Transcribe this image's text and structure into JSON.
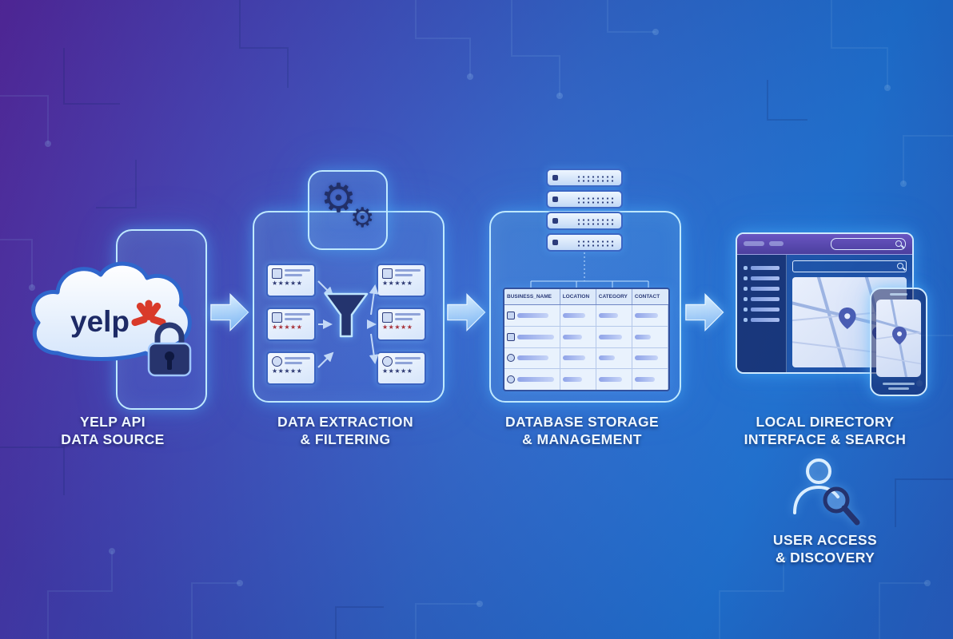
{
  "stages": [
    {
      "line1": "YELP API",
      "line2": "DATA SOURCE"
    },
    {
      "line1": "DATA EXTRACTION",
      "line2": "& FILTERING"
    },
    {
      "line1": "DATABASE STORAGE",
      "line2": "& MANAGEMENT"
    },
    {
      "line1": "LOCAL DIRECTORY",
      "line2": "INTERFACE & SEARCH"
    },
    {
      "line1": "USER ACCESS",
      "line2": "& DISCOVERY"
    }
  ],
  "yelp": {
    "logo_text": "yelp"
  },
  "glyphs": {
    "gear": "⚙",
    "rating_stars": "★★★★★"
  },
  "table": {
    "headers": [
      "BUSINESS_NAME",
      "LOCATION",
      "CATEGORY",
      "CONTACT"
    ],
    "data_row_count": 4
  },
  "colors": {
    "background_purple": "#5b2aa4",
    "background_blue": "#1f78dc",
    "panel_outline": "#bfe9ff",
    "glow": "#54c8ff",
    "yelp_red": "#d93a2a",
    "navy": "#22306b",
    "label_text": "#eef7ff"
  }
}
